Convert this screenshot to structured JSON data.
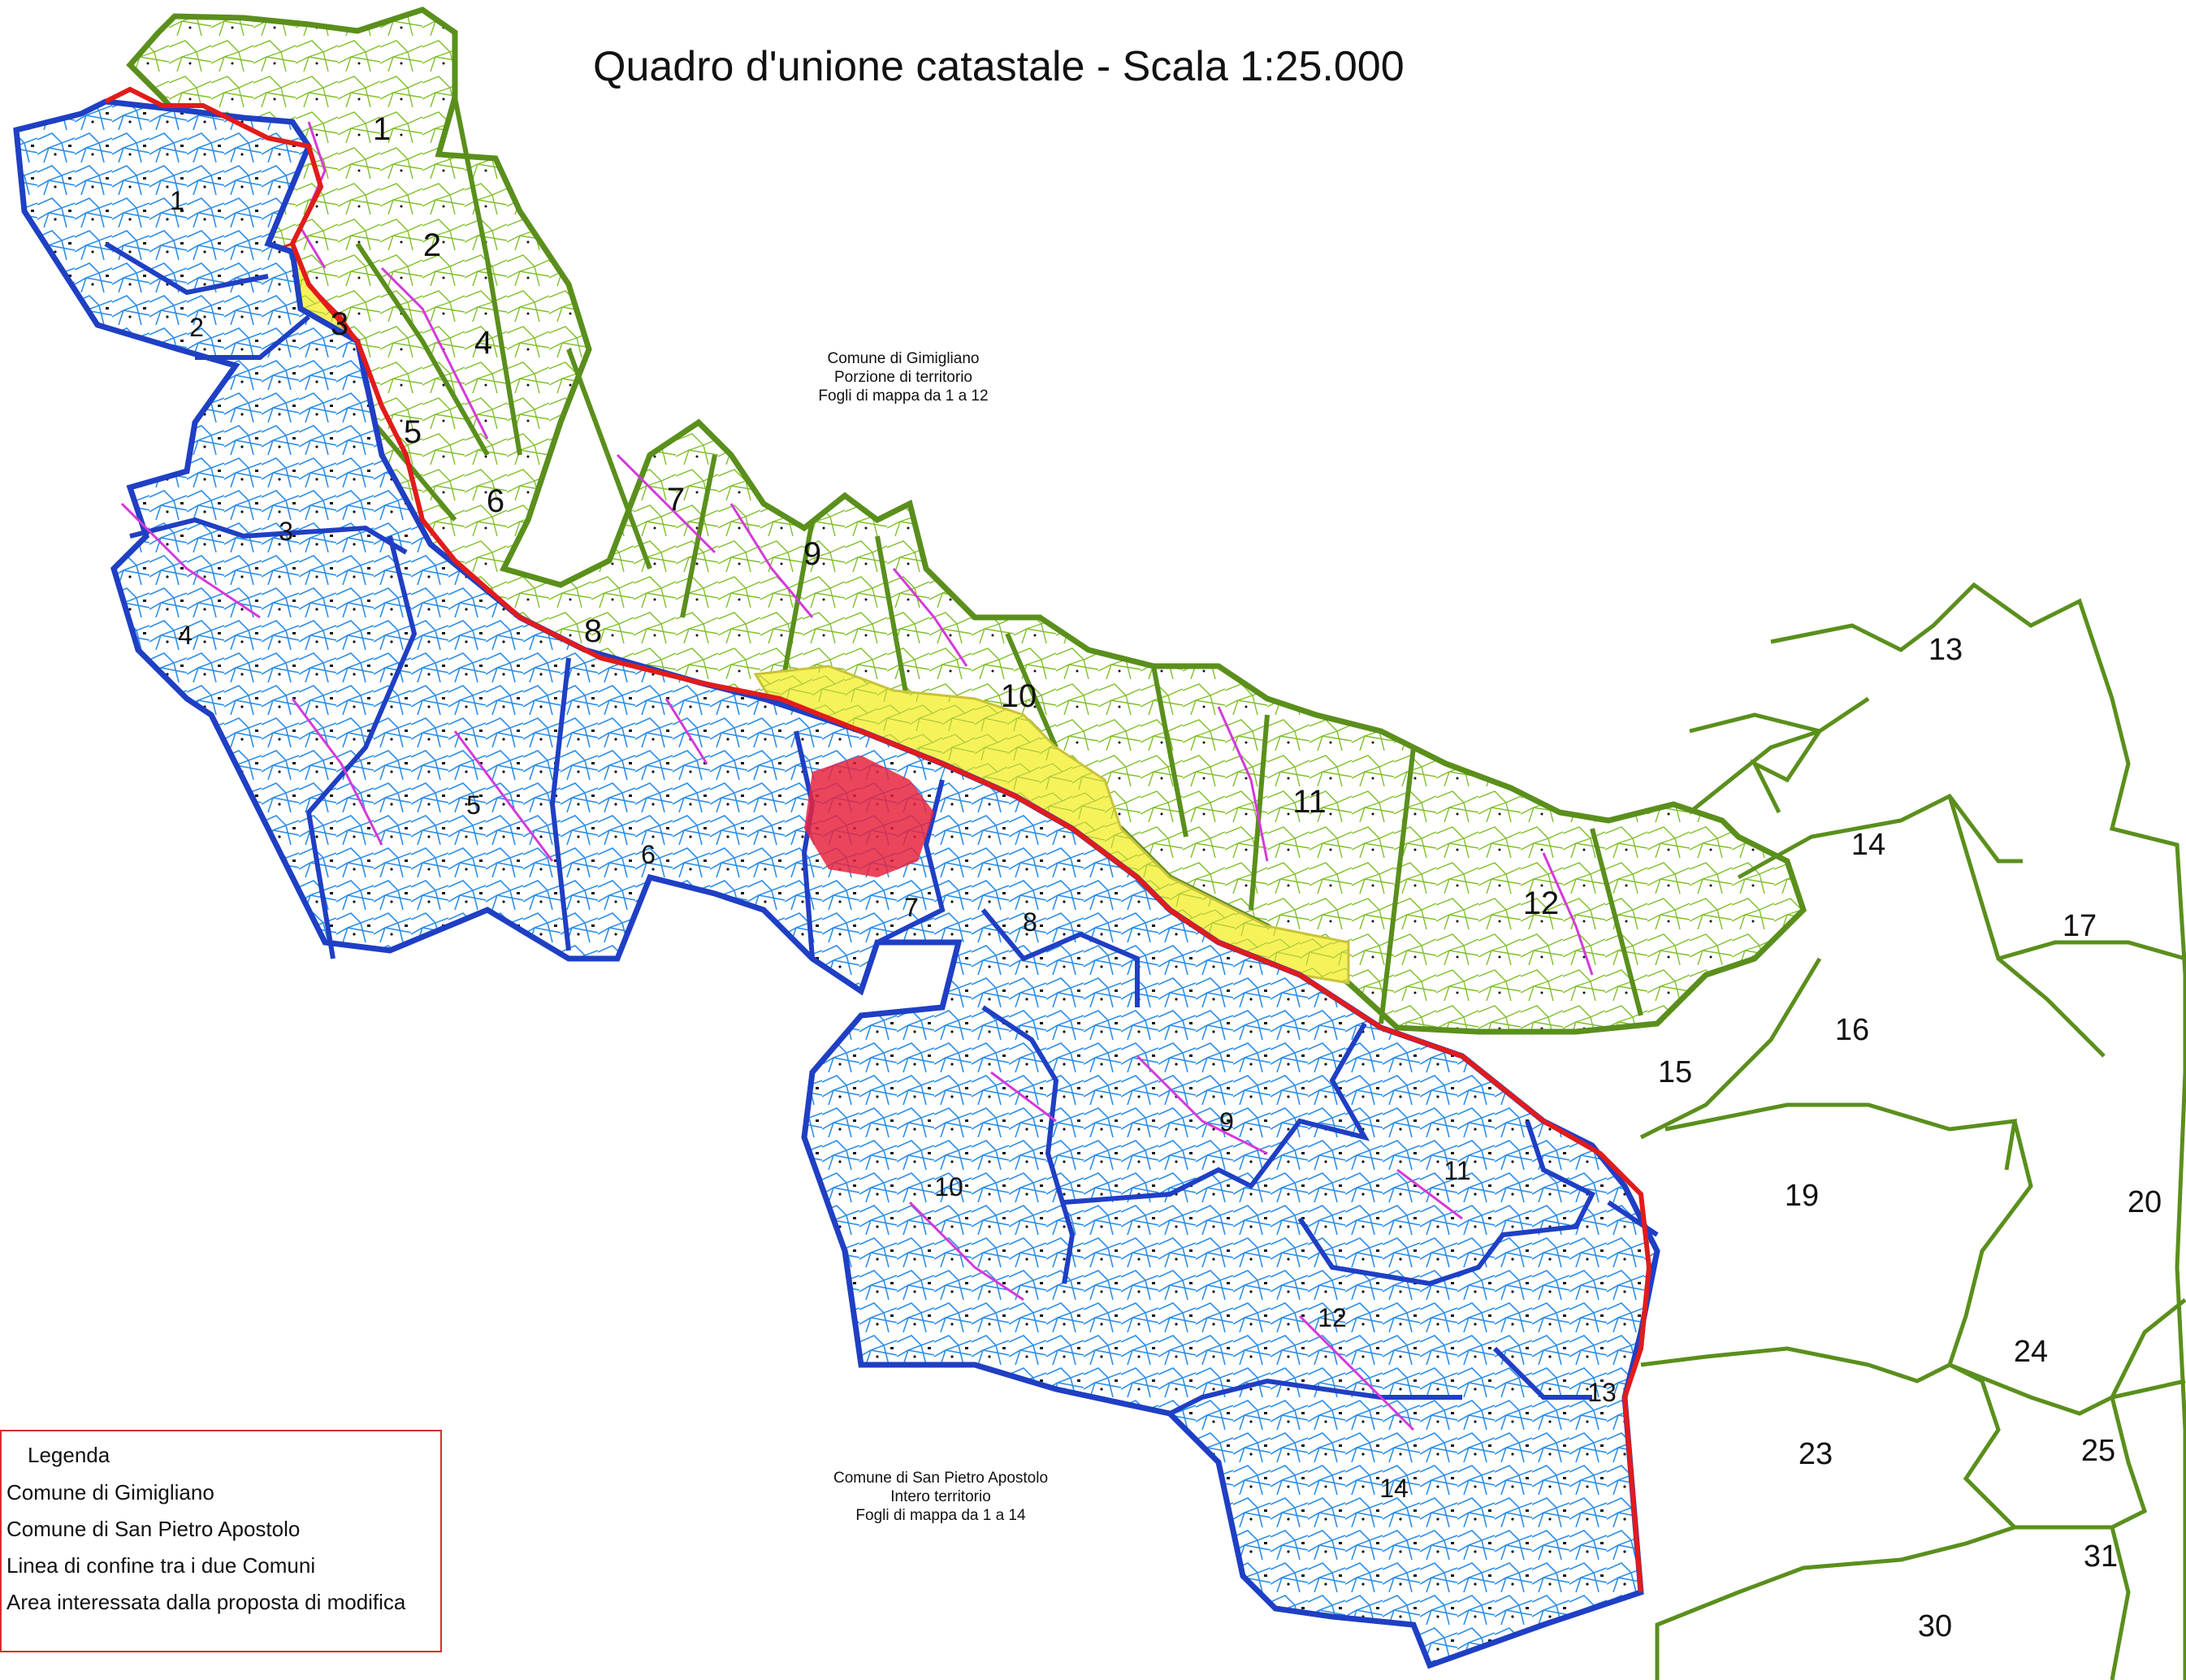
{
  "title": "Quadro d'unione catastale - Scala 1:25.000",
  "colors": {
    "gimigliano": "#5a8f1c",
    "san_pietro": "#1f3fc4",
    "san_pietro_parcels": "#2f8fe8",
    "gimigliano_parcels": "#7fbf2a",
    "boundary": "#e21b1b",
    "highlight": "#f6f25a",
    "roads": "#d43ad8"
  },
  "labels": {
    "gimigliano_note": [
      "Comune di Gimigliano",
      "Porzione di territorio",
      "Fogli di mappa da 1 a 12"
    ],
    "san_pietro_note": [
      "Comune di San Pietro Apostolo",
      "Intero territorio",
      "Fogli di mappa da 1 a 14"
    ]
  },
  "legend": {
    "title": "Legenda",
    "items": [
      "Comune di Gimigliano",
      "Comune di San Pietro Apostolo",
      "Linea di confine tra i due Comuni",
      "Area interessata dalla proposta di modifica"
    ]
  },
  "sheets": {
    "gimigliano": [
      "1",
      "2",
      "3",
      "4",
      "5",
      "6",
      "7",
      "8",
      "9",
      "10",
      "11",
      "12"
    ],
    "san_pietro": [
      "1",
      "2",
      "3",
      "4",
      "5",
      "6",
      "7",
      "8",
      "9",
      "10",
      "11",
      "12",
      "13",
      "14"
    ],
    "outer": [
      "13",
      "14",
      "15",
      "16",
      "17",
      "19",
      "20",
      "23",
      "24",
      "25",
      "30",
      "31"
    ]
  }
}
